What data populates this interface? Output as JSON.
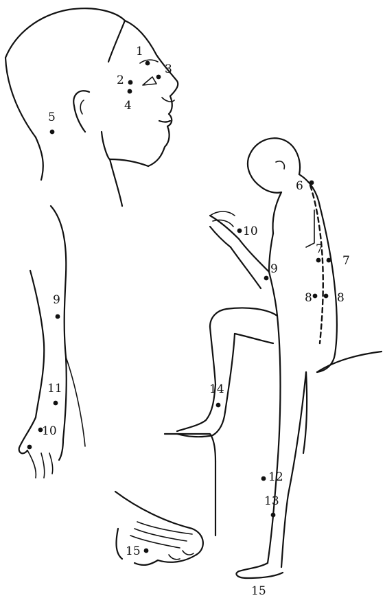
{
  "labels": {
    "p1": "1",
    "p2": "2",
    "p3": "3",
    "p4": "4",
    "p5": "5",
    "p6": "6",
    "p7a": "7",
    "p7b": "7",
    "p8a": "8",
    "p8b": "8",
    "p9a": "9",
    "p9b": "9",
    "p10a": "10",
    "p10b": "10",
    "p11": "11",
    "p12": "12",
    "p13": "13",
    "p14": "14",
    "p15a": "15",
    "p15b": "15"
  }
}
